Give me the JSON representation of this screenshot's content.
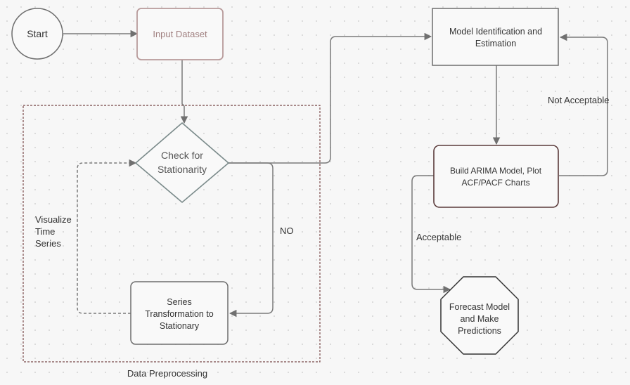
{
  "nodes": {
    "start": "Start",
    "input_dataset": "Input Dataset",
    "check_stationarity": [
      "Check for",
      "Stationarity"
    ],
    "series_transformation": [
      "Series",
      "Transformation to",
      "Stationary"
    ],
    "model_identification": [
      "Model Identification and",
      "Estimation"
    ],
    "build_arima": [
      "Build ARIMA Model, Plot",
      "ACF/PACF Charts"
    ],
    "forecast": [
      "Forecast Model",
      "and Make",
      "Predictions"
    ]
  },
  "labels": {
    "visualize": [
      "Visualize",
      "Time",
      "Series"
    ],
    "no": "NO",
    "not_acceptable": "Not Acceptable",
    "acceptable": "Acceptable",
    "data_preprocessing": "Data Preprocessing"
  },
  "colors": {
    "edge": "#7a7a7a",
    "node_border": "#6e6e6e",
    "input_border": "#b89a9a",
    "input_text": "#a08080",
    "group_border": "#7a4a4a",
    "node_fill": "#f9f9f9"
  }
}
